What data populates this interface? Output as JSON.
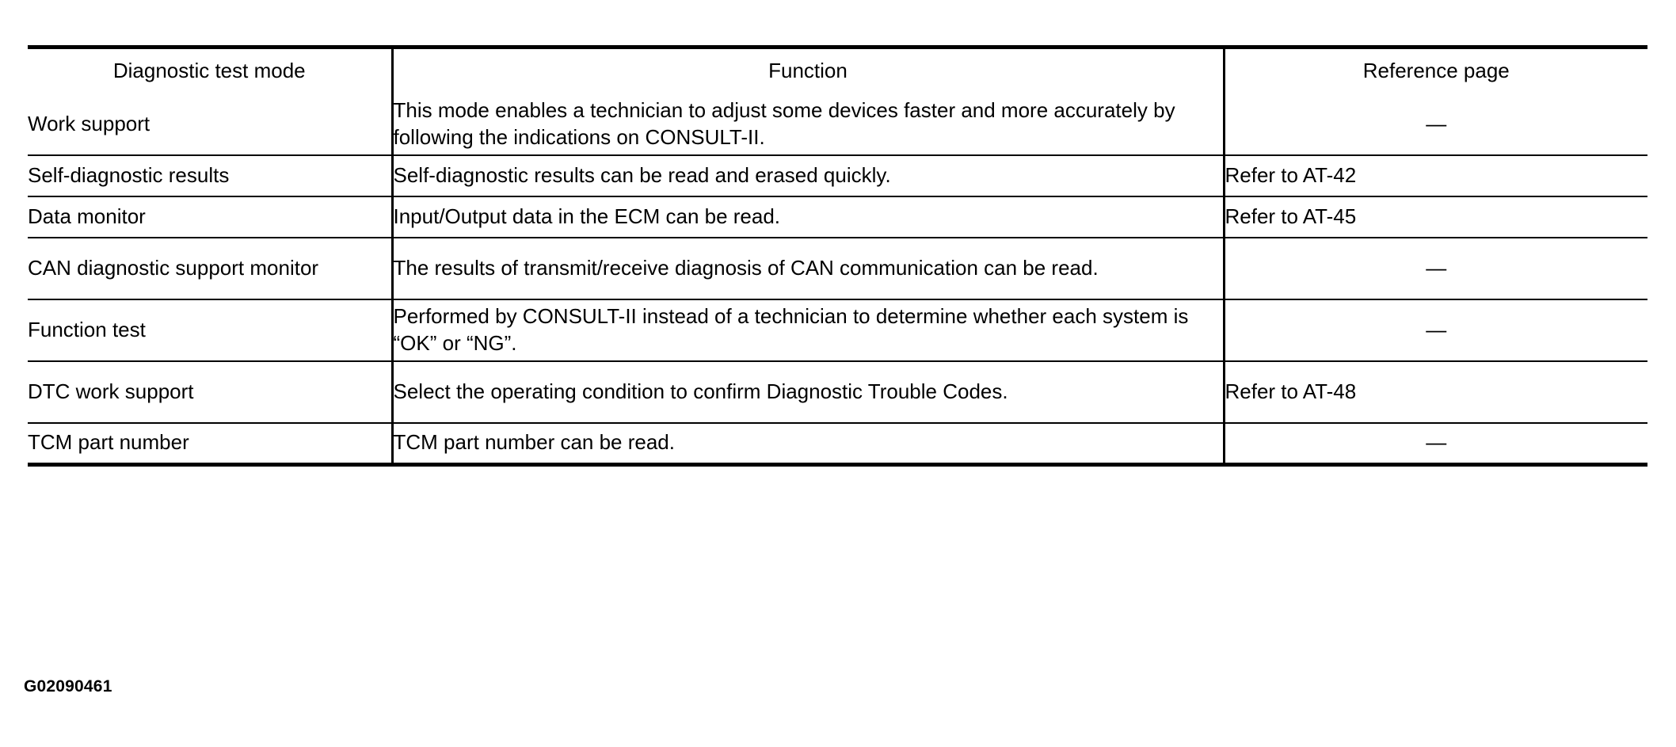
{
  "figure": {
    "id_label": "G02090461"
  },
  "table": {
    "headers": {
      "mode": "Diagnostic test mode",
      "function": "Function",
      "reference": "Reference page"
    },
    "rows": [
      {
        "mode": "Work support",
        "function": "This mode enables a technician to adjust some devices faster and more accurately by following the indications on CONSULT-II.",
        "reference": "—",
        "reference_is_dash": true,
        "height": "tall"
      },
      {
        "mode": "Self-diagnostic results",
        "function": "Self-diagnostic results can be read and erased quickly.",
        "reference": "Refer to AT-42",
        "reference_is_dash": false,
        "height": "short"
      },
      {
        "mode": "Data monitor",
        "function": "Input/Output data in the ECM can be read.",
        "reference": "Refer to AT-45",
        "reference_is_dash": false,
        "height": "short"
      },
      {
        "mode": "CAN diagnostic support monitor",
        "function": "The results of transmit/receive diagnosis of CAN communication can be read.",
        "reference": "—",
        "reference_is_dash": true,
        "height": "tall"
      },
      {
        "mode": "Function test",
        "function": "Performed by CONSULT-II instead of a technician to determine whether each system is “OK” or “NG”.",
        "reference": "—",
        "reference_is_dash": true,
        "height": "tall"
      },
      {
        "mode": "DTC work support",
        "function": "Select the operating condition to confirm Diagnostic Trouble Codes.",
        "reference": "Refer to AT-48",
        "reference_is_dash": false,
        "height": "tall"
      },
      {
        "mode": "TCM part number",
        "function": "TCM part number can be read.",
        "reference": "—",
        "reference_is_dash": true,
        "height": "short"
      }
    ]
  },
  "colors": {
    "ink": "#000000",
    "paper": "#ffffff"
  }
}
